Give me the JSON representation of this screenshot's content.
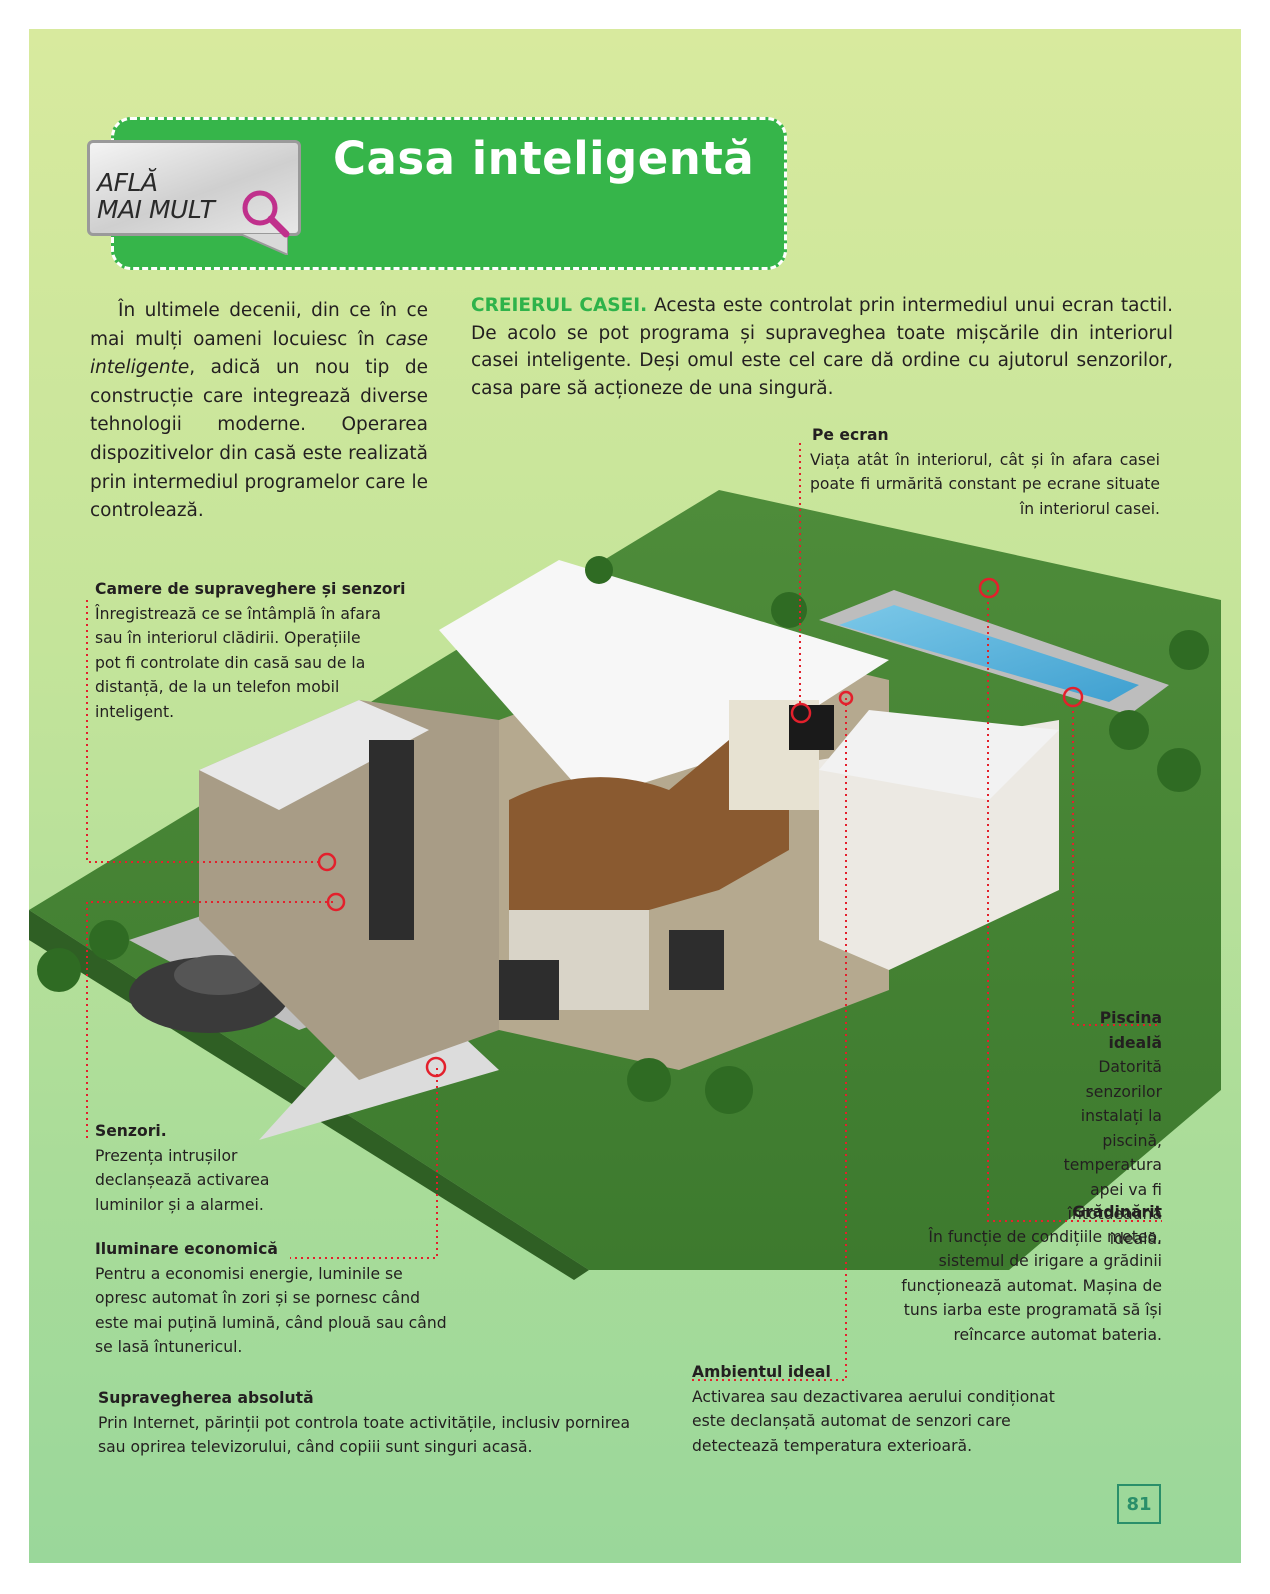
{
  "header": {
    "logo_line1": "AFLĂ",
    "logo_line2": "MAI MULT",
    "title": "Casa inteligentă"
  },
  "intro_text_pre": "În ultimele decenii, din ce în ce mai mulți oameni locuiesc în ",
  "intro_text_em": "case inteligente",
  "intro_text_post": ", adică un nou tip de construcție care integrează diverse tehnologii moderne. Operarea dispozitivelor din casă este realizată prin intermediul programelor care le controlează.",
  "brain": {
    "heading": "CREIERUL CASEI.",
    "text": " Acesta este controlat prin intermediul unui ecran tactil. De acolo se pot programa și supraveghea toate mișcările din interiorul casei inteligente. Deși omul este cel care dă ordine cu ajutorul senzorilor, casa pare să acționeze de una singură."
  },
  "annotations": {
    "screen": {
      "title": "Pe ecran",
      "text": "Viața atât în interiorul, cât și în afara casei poate fi urmărită constant pe ecrane situate în interiorul casei."
    },
    "cameras": {
      "title": "Camere de supraveghere și senzori",
      "text": "Înregistrează ce se întâmplă în afara sau în interiorul clădirii. Operațiile pot fi controlate din casă sau de la distanță, de la un telefon mobil inteligent."
    },
    "pool": {
      "title_line1": "Piscina",
      "title_line2": "ideală",
      "text": "Datorită senzorilor instalați la piscină, temperatura apei va fi întotdeauna ideală."
    },
    "sensors": {
      "title": "Senzori.",
      "text": "Prezența intrușilor declanșează activarea luminilor și a alarmei."
    },
    "garden": {
      "title": "Grădinărit",
      "text": "În funcție de condițiile meteo, sistemul de irigare a grădinii funcționează automat. Mașina de tuns iarba este programată să își reîncarce automat bateria."
    },
    "lighting": {
      "title": "Iluminare economică",
      "text": "Pentru a economisi energie, luminile se opresc automat în zori și se pornesc când este mai puțină lumină, când plouă sau când se lasă întunericul."
    },
    "climate": {
      "title": "Ambientul ideal",
      "text": "Activarea sau dezactivarea aerului condiționat este declanșată automat de senzori care detectează temperatura exterioară."
    },
    "supervision": {
      "title": "Supravegherea absolută",
      "text": "Prin Internet, părinții pot controla toate activitățile, inclusiv pornirea sau oprirea televizorului, când copiii sunt singuri acasă."
    }
  },
  "page_number": "81",
  "colors": {
    "accent_green": "#36b54a",
    "marker_red": "#e3202c",
    "heading_green": "#2eb34a"
  }
}
